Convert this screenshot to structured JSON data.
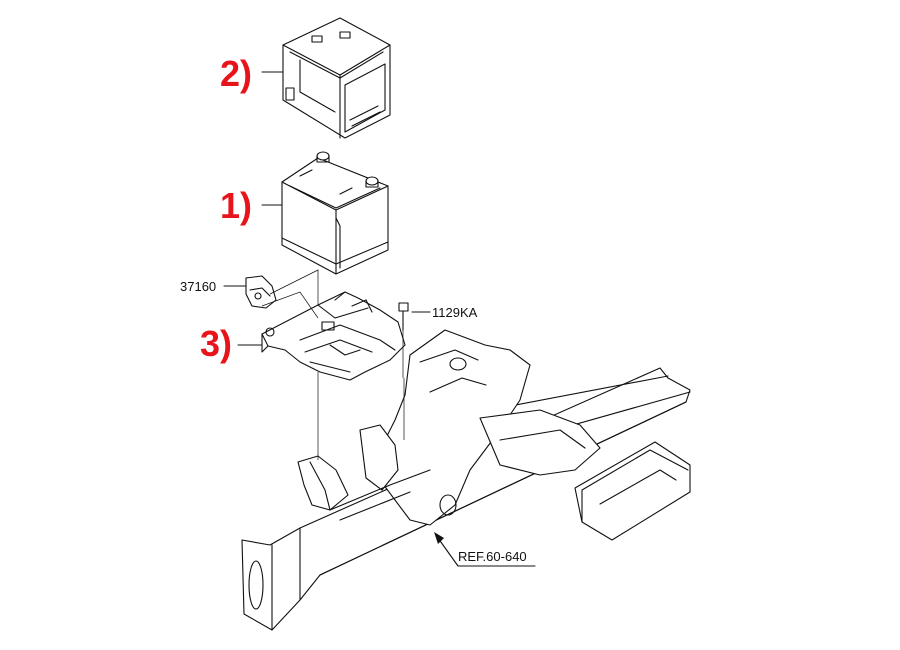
{
  "callouts": [
    {
      "id": "battery-cover",
      "label": "2)"
    },
    {
      "id": "battery",
      "label": "1)"
    },
    {
      "id": "battery-tray",
      "label": "3)"
    }
  ],
  "part_numbers": {
    "clamp": "37160",
    "bolt": "1129KA",
    "reference": "REF.60-640"
  },
  "colors": {
    "callout": "#e8141b",
    "line": "#111111",
    "background": "#ffffff"
  }
}
